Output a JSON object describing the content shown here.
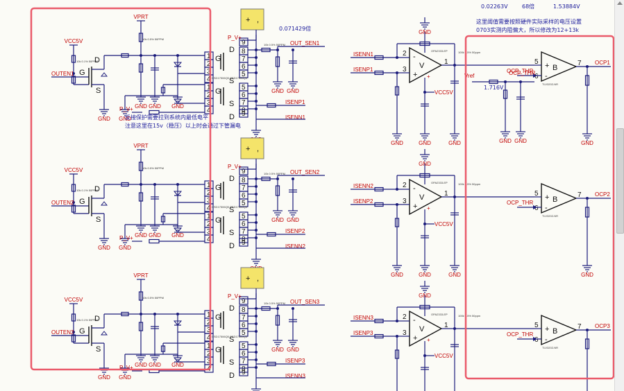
{
  "header": {
    "v1": "0.02263V",
    "gain": "68倍",
    "v2": "1.53884V"
  },
  "notes": {
    "threshold_note_1": "这里阈值需要按照硬件实际采样的电压设置",
    "threshold_note_2": "0703实测内阻偏大，所以修改为12+13k",
    "reverse_note_1": "反接保护需要拉到系统内最低电平",
    "reverse_note_2": "注意这里在15v（稳压）以上时会通过下管漏电",
    "ratio": "0.071429倍",
    "vref_value": "1.716V",
    "vref_label": "Vref"
  },
  "nets": {
    "vprt": "VPRT",
    "vcc5v": "VCC5V",
    "gnd": "GND",
    "pv": "P_V+",
    "ocp_thr": "OCP_THR"
  },
  "pin_letters": {
    "d": "D",
    "g": "G",
    "s": "S",
    "v": "V",
    "b": "B",
    "plus": "+",
    "minus": "-",
    "conn_plus": "+"
  },
  "channels": [
    {
      "outen": "OUTEN1",
      "out_sen": "OUT_SEN1",
      "isenp": "ISENP1",
      "isenn": "ISENN1",
      "ocp": "OCP1",
      "amp_in_n": "ISENN1",
      "amp_in_p": "ISENP1"
    },
    {
      "outen": "OUTEN2",
      "out_sen": "OUT_SEN2",
      "isenp": "ISENP2",
      "isenn": "ISENN2",
      "ocp": "OCP2",
      "amp_in_n": "ISENN2",
      "amp_in_p": "ISENP2"
    },
    {
      "outen": "OUTEN3",
      "out_sen": "OUT_SEN3",
      "isenp": "ISENP3",
      "isenn": "ISENN3",
      "ocp": "OCP3",
      "amp_in_n": "ISENN3",
      "amp_in_p": "ISENP3"
    }
  ],
  "mosfet_pins": [
    "1",
    "2",
    "3",
    "4",
    "5",
    "6",
    "7",
    "8",
    "9"
  ],
  "amp_pins": {
    "in_neg": "2",
    "in_pos": "3",
    "out": "1",
    "cmp_in_pos": "5",
    "cmp_in_neg": "6",
    "cmp_out": "7"
  },
  "colors": {
    "wire": "#1a1a7a",
    "net_label": "#c00000",
    "highlight": "#ea5a6a",
    "connector": "#f4e46a"
  }
}
